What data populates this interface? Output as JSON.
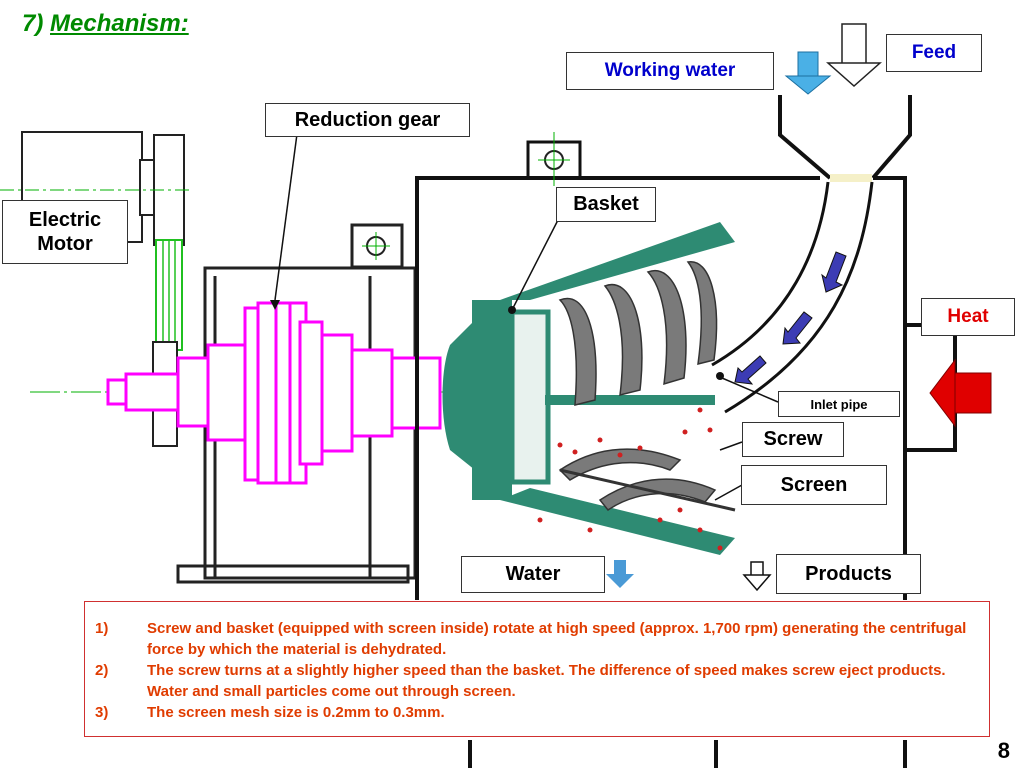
{
  "title_number": "7)",
  "title_text": "Mechanism:",
  "labels": {
    "working_water": "Working water",
    "feed": "Feed",
    "reduction_gear": "Reduction gear",
    "electric_motor": "Electric Motor",
    "basket": "Basket",
    "heat": "Heat",
    "inlet_pipe": "Inlet pipe",
    "screw": "Screw",
    "screen": "Screen",
    "water": "Water",
    "products": "Products"
  },
  "notes": [
    {
      "num": "1)",
      "text": "Screw and basket (equipped with screen inside) rotate at high speed (approx. 1,700 rpm) generating the centrifugal force by which the material is dehydrated."
    },
    {
      "num": "2)",
      "text": "The screw turns at a slightly higher speed than the basket. The difference of speed makes screw eject products. Water and small particles come out through screen."
    },
    {
      "num": "3)",
      "text": "The screen mesh size is 0.2mm to 0.3mm."
    }
  ],
  "page_number": "8",
  "colors": {
    "title": "#008a00",
    "working_water_text": "#0000cc",
    "feed_text": "#0000cc",
    "heat_text": "#e00000",
    "notes_text": "#e03c00",
    "gear": "#ff00ff",
    "basket": "#2e8b73",
    "arrow_blue": "#3c3cb4",
    "arrow_red": "#e00000",
    "water_arrow": "#4aa3e8"
  },
  "icons": [
    "down-arrow-icon",
    "heat-arrow-icon",
    "flow-arrow-icon"
  ]
}
